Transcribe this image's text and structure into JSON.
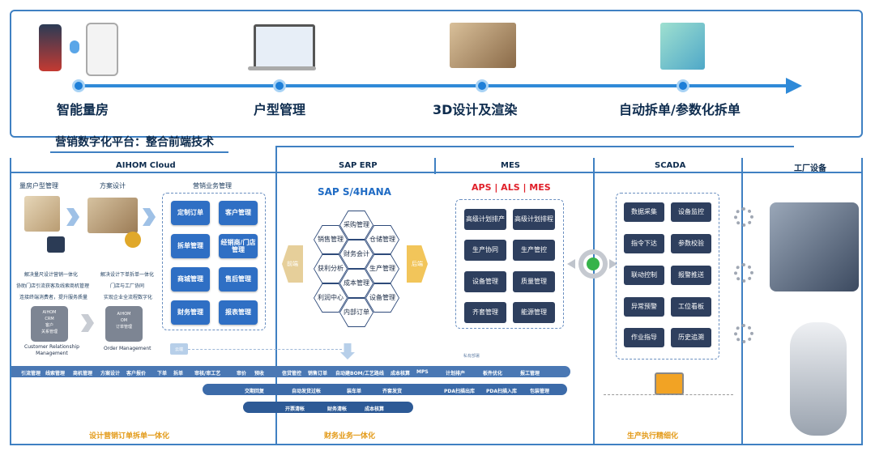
{
  "timeline": {
    "stages": [
      {
        "label": "智能量房"
      },
      {
        "label": "户型管理"
      },
      {
        "label": "3D设计及渲染"
      },
      {
        "label": "自动拆单/参数化拆单"
      }
    ],
    "subtitle": "营销数字化平台：整合前端技术"
  },
  "sections": {
    "aihom": "AIHOM Cloud",
    "sap": "SAP ERP",
    "mes": "MES",
    "scada": "SCADA",
    "factory": "工厂设备"
  },
  "aihom": {
    "col1_title": "量房户型管理",
    "col2_title": "方案设计",
    "col3_title": "营销业务管理",
    "col1_desc": [
      "解决量尺设计营销一体化",
      "协助门店引流获客及线索商机管理",
      "连接终端消费者，提升服务质量"
    ],
    "col2_desc": [
      "解决设计下单拆单一体化",
      "门店与工厂协同",
      "实现企业全流程数字化"
    ],
    "crm_box": [
      "AIHOM",
      "CRM",
      "客户",
      "关系管理"
    ],
    "om_box": [
      "AIHOM",
      "OM",
      "订单管理"
    ],
    "crm_label": [
      "Customer Relationship",
      "Management"
    ],
    "om_label": "Order Management",
    "tiles": [
      "定制订单",
      "客户管理",
      "拆单管理",
      "经销商/门店管理",
      "商城管理",
      "售后管理",
      "财务管理",
      "报表管理"
    ]
  },
  "sap": {
    "logo": "SAP S/4HANA",
    "left_arrow": "前端",
    "right_arrow": "后端",
    "hexes": [
      "采购管理",
      "销售管理",
      "仓储管理",
      "财务会计",
      "获利分析",
      "生产管理",
      "成本管理",
      "利润中心",
      "设备管理",
      "内部订单"
    ]
  },
  "mes": {
    "aps": "APS | ALS | MES",
    "tiles": [
      "高级计划排产",
      "高级计划排程",
      "生产协同",
      "生产管控",
      "设备管理",
      "质量管理",
      "齐套管理",
      "能源管理"
    ]
  },
  "scada": {
    "tiles": [
      "数据采集",
      "设备监控",
      "指令下达",
      "参数校验",
      "联动控制",
      "报警推送",
      "异常预警",
      "工位看板",
      "作业指导",
      "历史追溯"
    ]
  },
  "flow": {
    "top_band": [
      "引流管理",
      "线索管理",
      "商机管理",
      "方案设计",
      "客户报价",
      "下单",
      "拆单",
      "审核/审工艺",
      "审价",
      "预收",
      "信贷管控",
      "销售订单",
      "自动建BOM/工艺路线",
      "成本核算",
      "MPS",
      "计划排产",
      "板件优化",
      "报工管理"
    ],
    "mid_band": [
      "交期回复",
      "自动发货过帐",
      "装车单",
      "齐套发货",
      "PDA扫描出库",
      "PDA扫描入库",
      "包装管理"
    ],
    "bottom_band": [
      "开票清帐",
      "财务清帐",
      "成本核算"
    ],
    "cloud_note": "云端",
    "arc_note": "私有部署"
  },
  "footer": {
    "left": "设计营销订单拆单一体化",
    "mid": "财务业务一体化",
    "right": "生产执行精细化"
  },
  "colors": {
    "frame": "#3f80c2",
    "tile_blue": "#2f6fc4",
    "tile_navy": "#2e3f5e",
    "accent_red": "#e0202a",
    "footer_orange": "#e39b1a"
  }
}
